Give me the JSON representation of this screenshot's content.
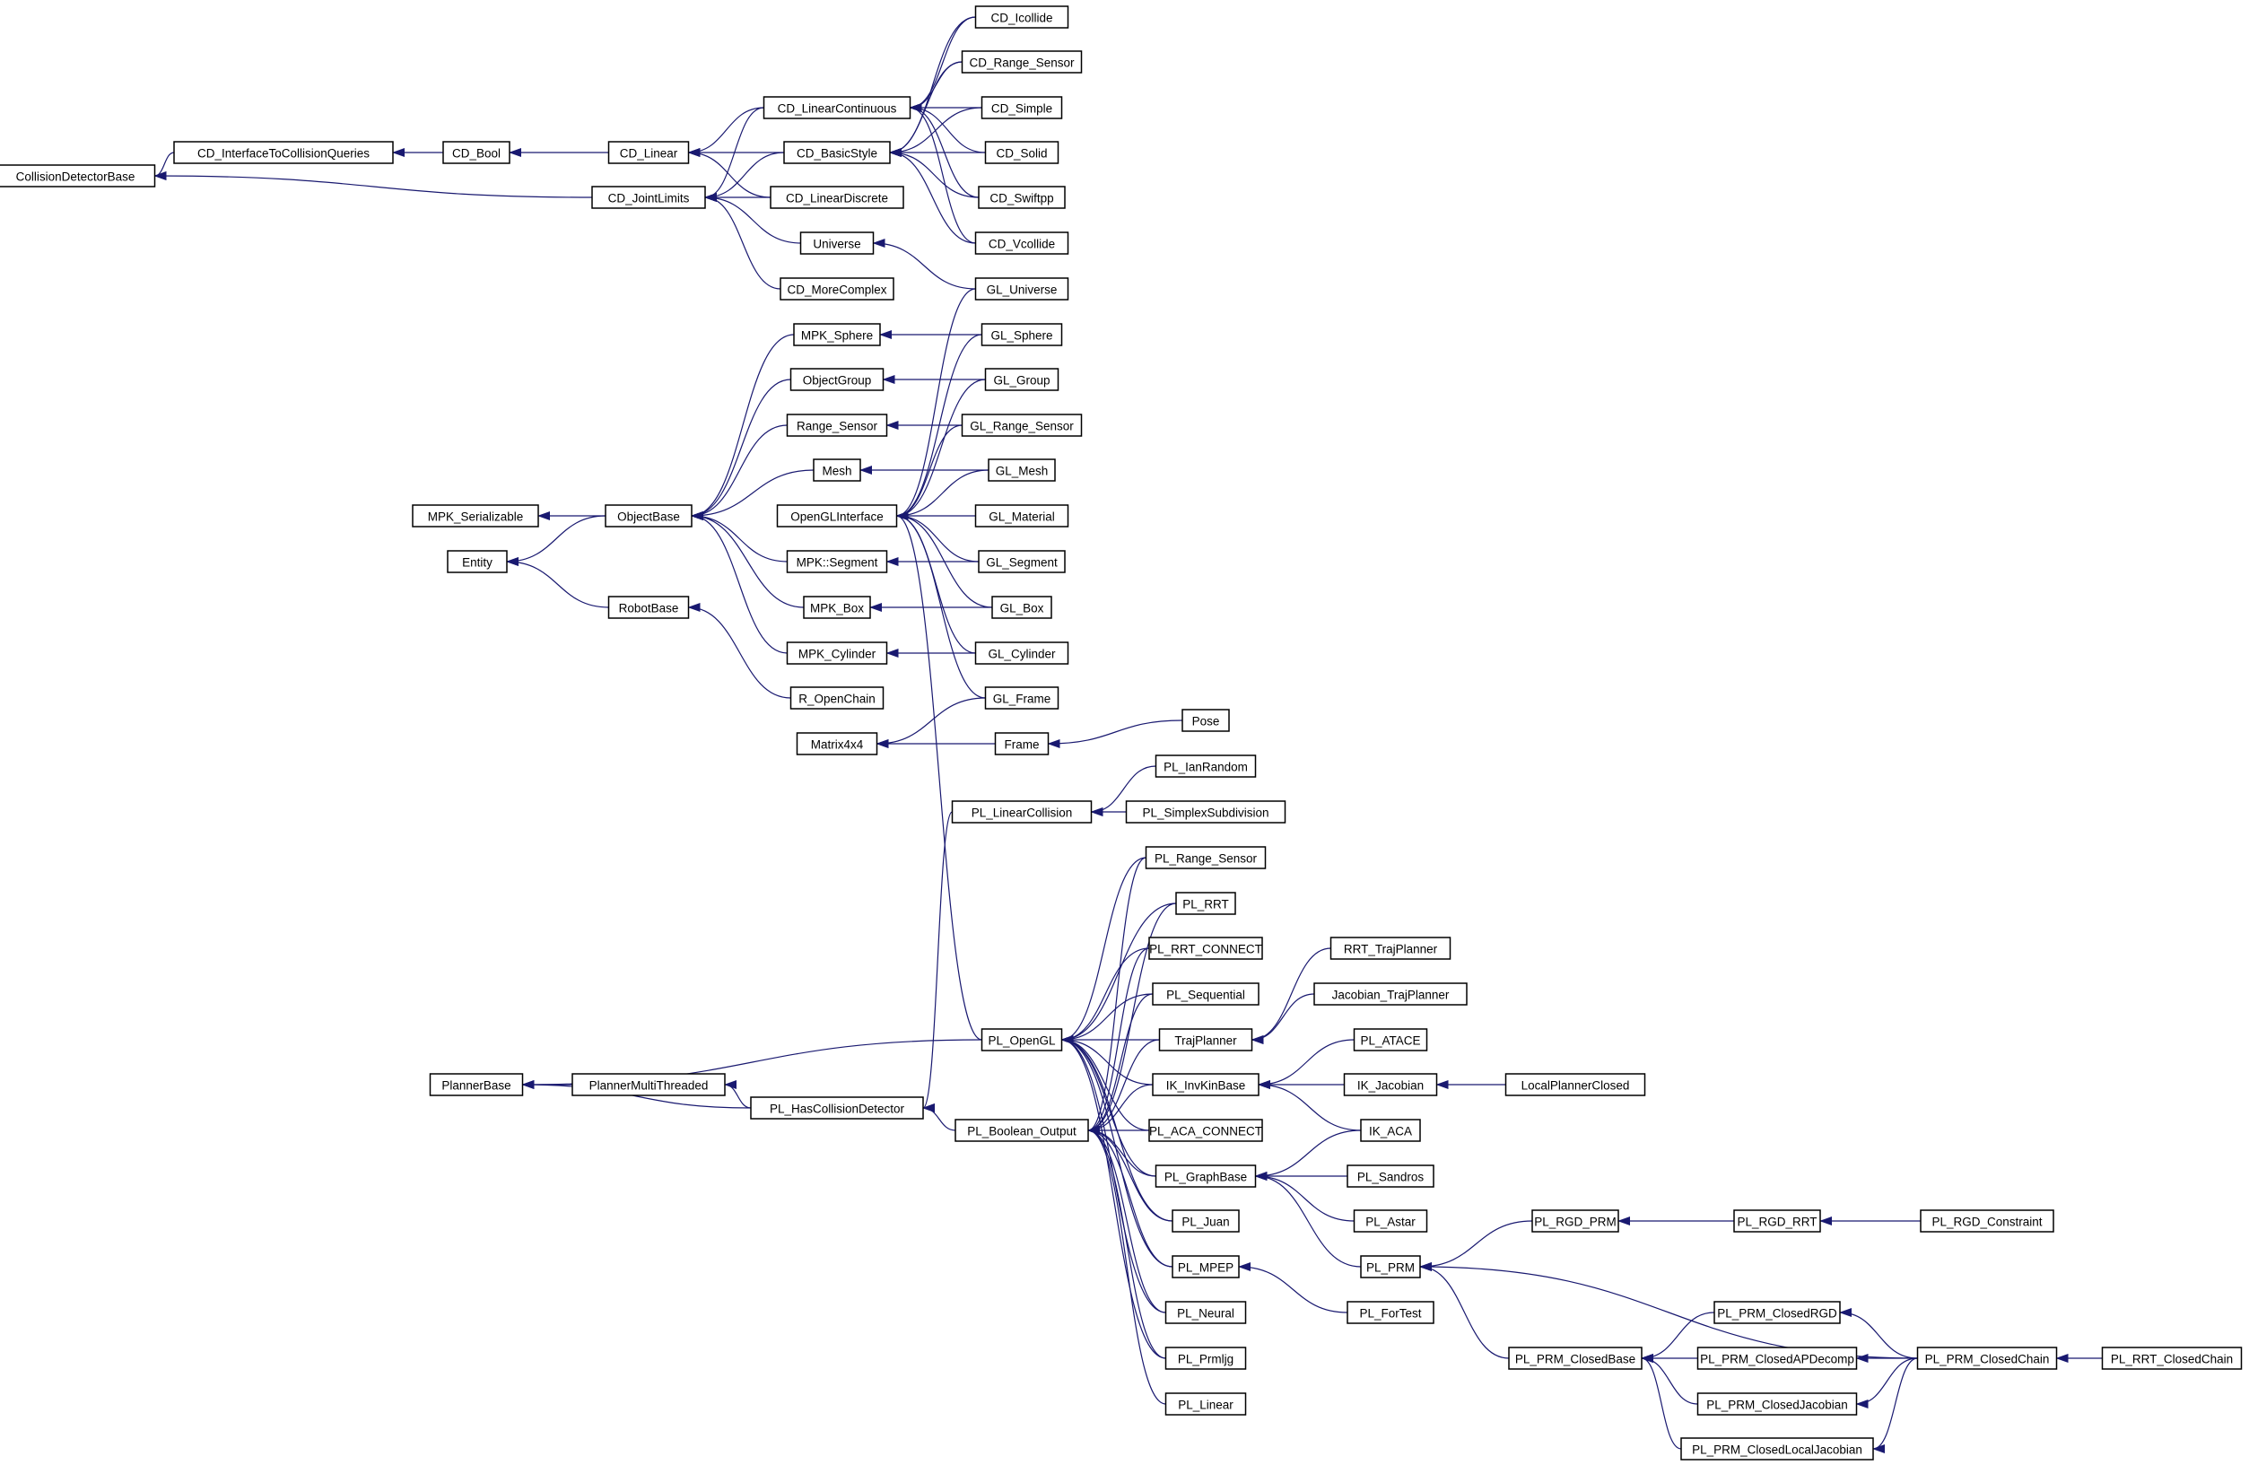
{
  "diagram": {
    "colors": {
      "edge": "#191970",
      "node_border": "#000000",
      "node_fill": "#ffffff",
      "text": "#000000"
    },
    "nodes": [
      {
        "id": "n1",
        "label": "CD_Icollide"
      },
      {
        "id": "n2",
        "label": "CD_Range_Sensor"
      },
      {
        "id": "n3",
        "label": "CD_LinearContinuous"
      },
      {
        "id": "n4",
        "label": "CD_Simple"
      },
      {
        "id": "n5",
        "label": "CD_InterfaceToCollisionQueries"
      },
      {
        "id": "n6",
        "label": "CD_Bool"
      },
      {
        "id": "n7",
        "label": "CD_Linear"
      },
      {
        "id": "n8",
        "label": "CD_BasicStyle"
      },
      {
        "id": "n9",
        "label": "CD_Solid"
      },
      {
        "id": "n10",
        "label": "CollisionDetectorBase"
      },
      {
        "id": "n11",
        "label": "CD_JointLimits"
      },
      {
        "id": "n12",
        "label": "CD_LinearDiscrete"
      },
      {
        "id": "n13",
        "label": "CD_Swiftpp"
      },
      {
        "id": "n14",
        "label": "Universe"
      },
      {
        "id": "n15",
        "label": "CD_Vcollide"
      },
      {
        "id": "n16",
        "label": "CD_MoreComplex"
      },
      {
        "id": "n17",
        "label": "GL_Universe"
      },
      {
        "id": "n18",
        "label": "MPK_Sphere"
      },
      {
        "id": "n19",
        "label": "GL_Sphere"
      },
      {
        "id": "n20",
        "label": "ObjectGroup"
      },
      {
        "id": "n21",
        "label": "GL_Group"
      },
      {
        "id": "n22",
        "label": "Range_Sensor"
      },
      {
        "id": "n23",
        "label": "GL_Range_Sensor"
      },
      {
        "id": "n24",
        "label": "Mesh"
      },
      {
        "id": "n25",
        "label": "GL_Mesh"
      },
      {
        "id": "n26",
        "label": "MPK_Serializable"
      },
      {
        "id": "n27",
        "label": "ObjectBase"
      },
      {
        "id": "n28",
        "label": "OpenGLInterface"
      },
      {
        "id": "n29",
        "label": "GL_Material"
      },
      {
        "id": "n30",
        "label": "Entity"
      },
      {
        "id": "n31",
        "label": "MPK::Segment"
      },
      {
        "id": "n32",
        "label": "GL_Segment"
      },
      {
        "id": "n33",
        "label": "RobotBase"
      },
      {
        "id": "n34",
        "label": "MPK_Box"
      },
      {
        "id": "n35",
        "label": "GL_Box"
      },
      {
        "id": "n36",
        "label": "MPK_Cylinder"
      },
      {
        "id": "n37",
        "label": "GL_Cylinder"
      },
      {
        "id": "n38",
        "label": "R_OpenChain"
      },
      {
        "id": "n39",
        "label": "GL_Frame"
      },
      {
        "id": "n40",
        "label": "Pose"
      },
      {
        "id": "n41",
        "label": "Matrix4x4"
      },
      {
        "id": "n42",
        "label": "Frame"
      },
      {
        "id": "n43",
        "label": "PL_IanRandom"
      },
      {
        "id": "n44",
        "label": "PL_LinearCollision"
      },
      {
        "id": "n45",
        "label": "PL_SimplexSubdivision"
      },
      {
        "id": "n46",
        "label": "PL_Range_Sensor"
      },
      {
        "id": "n47",
        "label": "PL_RRT"
      },
      {
        "id": "n48",
        "label": "PL_RRT_CONNECT"
      },
      {
        "id": "n49",
        "label": "RRT_TrajPlanner"
      },
      {
        "id": "n50",
        "label": "PL_Sequential"
      },
      {
        "id": "n51",
        "label": "Jacobian_TrajPlanner"
      },
      {
        "id": "n52",
        "label": "PL_OpenGL"
      },
      {
        "id": "n53",
        "label": "TrajPlanner"
      },
      {
        "id": "n54",
        "label": "PL_ATACE"
      },
      {
        "id": "n55",
        "label": "PlannerBase"
      },
      {
        "id": "n56",
        "label": "PlannerMultiThreaded"
      },
      {
        "id": "n57",
        "label": "IK_InvKinBase"
      },
      {
        "id": "n58",
        "label": "IK_Jacobian"
      },
      {
        "id": "n59",
        "label": "LocalPlannerClosed"
      },
      {
        "id": "n60",
        "label": "PL_HasCollisionDetector"
      },
      {
        "id": "n61",
        "label": "PL_Boolean_Output"
      },
      {
        "id": "n62",
        "label": "PL_ACA_CONNECT"
      },
      {
        "id": "n63",
        "label": "IK_ACA"
      },
      {
        "id": "n64",
        "label": "PL_GraphBase"
      },
      {
        "id": "n65",
        "label": "PL_Sandros"
      },
      {
        "id": "n66",
        "label": "PL_Juan"
      },
      {
        "id": "n67",
        "label": "PL_Astar"
      },
      {
        "id": "n68",
        "label": "PL_RGD_PRM"
      },
      {
        "id": "n69",
        "label": "PL_RGD_RRT"
      },
      {
        "id": "n70",
        "label": "PL_RGD_Constraint"
      },
      {
        "id": "n71",
        "label": "PL_MPEP"
      },
      {
        "id": "n72",
        "label": "PL_PRM"
      },
      {
        "id": "n73",
        "label": "PL_Neural"
      },
      {
        "id": "n74",
        "label": "PL_ForTest"
      },
      {
        "id": "n75",
        "label": "PL_PRM_ClosedRGD"
      },
      {
        "id": "n76",
        "label": "PL_Prmljg"
      },
      {
        "id": "n77",
        "label": "PL_PRM_ClosedBase"
      },
      {
        "id": "n78",
        "label": "PL_PRM_ClosedAPDecomp"
      },
      {
        "id": "n79",
        "label": "PL_PRM_ClosedChain"
      },
      {
        "id": "n80",
        "label": "PL_RRT_ClosedChain"
      },
      {
        "id": "n81",
        "label": "PL_Linear"
      },
      {
        "id": "n82",
        "label": "PL_PRM_ClosedJacobian"
      },
      {
        "id": "n83",
        "label": "PL_PRM_ClosedLocalJacobian"
      }
    ],
    "edges": [
      [
        "n5",
        "n10"
      ],
      [
        "n11",
        "n10"
      ],
      [
        "n6",
        "n5"
      ],
      [
        "n7",
        "n6"
      ],
      [
        "n3",
        "n7"
      ],
      [
        "n8",
        "n7"
      ],
      [
        "n12",
        "n7"
      ],
      [
        "n8",
        "n11"
      ],
      [
        "n12",
        "n11"
      ],
      [
        "n3",
        "n11"
      ],
      [
        "n14",
        "n11"
      ],
      [
        "n16",
        "n11"
      ],
      [
        "n1",
        "n3"
      ],
      [
        "n2",
        "n3"
      ],
      [
        "n4",
        "n3"
      ],
      [
        "n9",
        "n3"
      ],
      [
        "n13",
        "n3"
      ],
      [
        "n15",
        "n3"
      ],
      [
        "n1",
        "n8"
      ],
      [
        "n2",
        "n8"
      ],
      [
        "n4",
        "n8"
      ],
      [
        "n9",
        "n8"
      ],
      [
        "n13",
        "n8"
      ],
      [
        "n15",
        "n8"
      ],
      [
        "n17",
        "n14"
      ],
      [
        "n19",
        "n18"
      ],
      [
        "n21",
        "n20"
      ],
      [
        "n23",
        "n22"
      ],
      [
        "n25",
        "n24"
      ],
      [
        "n32",
        "n31"
      ],
      [
        "n35",
        "n34"
      ],
      [
        "n37",
        "n36"
      ],
      [
        "n27",
        "n26"
      ],
      [
        "n27",
        "n30"
      ],
      [
        "n33",
        "n30"
      ],
      [
        "n18",
        "n27"
      ],
      [
        "n20",
        "n27"
      ],
      [
        "n22",
        "n27"
      ],
      [
        "n24",
        "n27"
      ],
      [
        "n31",
        "n27"
      ],
      [
        "n34",
        "n27"
      ],
      [
        "n36",
        "n27"
      ],
      [
        "n38",
        "n33"
      ],
      [
        "n17",
        "n28"
      ],
      [
        "n19",
        "n28"
      ],
      [
        "n21",
        "n28"
      ],
      [
        "n23",
        "n28"
      ],
      [
        "n25",
        "n28"
      ],
      [
        "n29",
        "n28"
      ],
      [
        "n32",
        "n28"
      ],
      [
        "n35",
        "n28"
      ],
      [
        "n37",
        "n28"
      ],
      [
        "n39",
        "n28"
      ],
      [
        "n52",
        "n28"
      ],
      [
        "n39",
        "n41"
      ],
      [
        "n42",
        "n41"
      ],
      [
        "n40",
        "n42"
      ],
      [
        "n43",
        "n44"
      ],
      [
        "n45",
        "n44"
      ],
      [
        "n44",
        "n60"
      ],
      [
        "n56",
        "n55"
      ],
      [
        "n60",
        "n55"
      ],
      [
        "n52",
        "n55"
      ],
      [
        "n60",
        "n56"
      ],
      [
        "n61",
        "n60"
      ],
      [
        "n46",
        "n52"
      ],
      [
        "n47",
        "n52"
      ],
      [
        "n48",
        "n52"
      ],
      [
        "n50",
        "n52"
      ],
      [
        "n53",
        "n52"
      ],
      [
        "n57",
        "n52"
      ],
      [
        "n62",
        "n52"
      ],
      [
        "n64",
        "n52"
      ],
      [
        "n66",
        "n52"
      ],
      [
        "n71",
        "n52"
      ],
      [
        "n73",
        "n52"
      ],
      [
        "n76",
        "n52"
      ],
      [
        "n46",
        "n61"
      ],
      [
        "n47",
        "n61"
      ],
      [
        "n48",
        "n61"
      ],
      [
        "n50",
        "n61"
      ],
      [
        "n53",
        "n61"
      ],
      [
        "n57",
        "n61"
      ],
      [
        "n62",
        "n61"
      ],
      [
        "n64",
        "n61"
      ],
      [
        "n66",
        "n61"
      ],
      [
        "n71",
        "n61"
      ],
      [
        "n73",
        "n61"
      ],
      [
        "n76",
        "n61"
      ],
      [
        "n81",
        "n61"
      ],
      [
        "n49",
        "n53"
      ],
      [
        "n51",
        "n53"
      ],
      [
        "n54",
        "n57"
      ],
      [
        "n58",
        "n57"
      ],
      [
        "n63",
        "n57"
      ],
      [
        "n59",
        "n58"
      ],
      [
        "n63",
        "n64"
      ],
      [
        "n65",
        "n64"
      ],
      [
        "n67",
        "n64"
      ],
      [
        "n72",
        "n64"
      ],
      [
        "n74",
        "n71"
      ],
      [
        "n68",
        "n72"
      ],
      [
        "n77",
        "n72"
      ],
      [
        "n79",
        "n72"
      ],
      [
        "n69",
        "n68"
      ],
      [
        "n70",
        "n69"
      ],
      [
        "n75",
        "n77"
      ],
      [
        "n78",
        "n77"
      ],
      [
        "n82",
        "n77"
      ],
      [
        "n83",
        "n77"
      ],
      [
        "n79",
        "n75"
      ],
      [
        "n79",
        "n78"
      ],
      [
        "n79",
        "n82"
      ],
      [
        "n79",
        "n83"
      ],
      [
        "n80",
        "n79"
      ]
    ]
  }
}
